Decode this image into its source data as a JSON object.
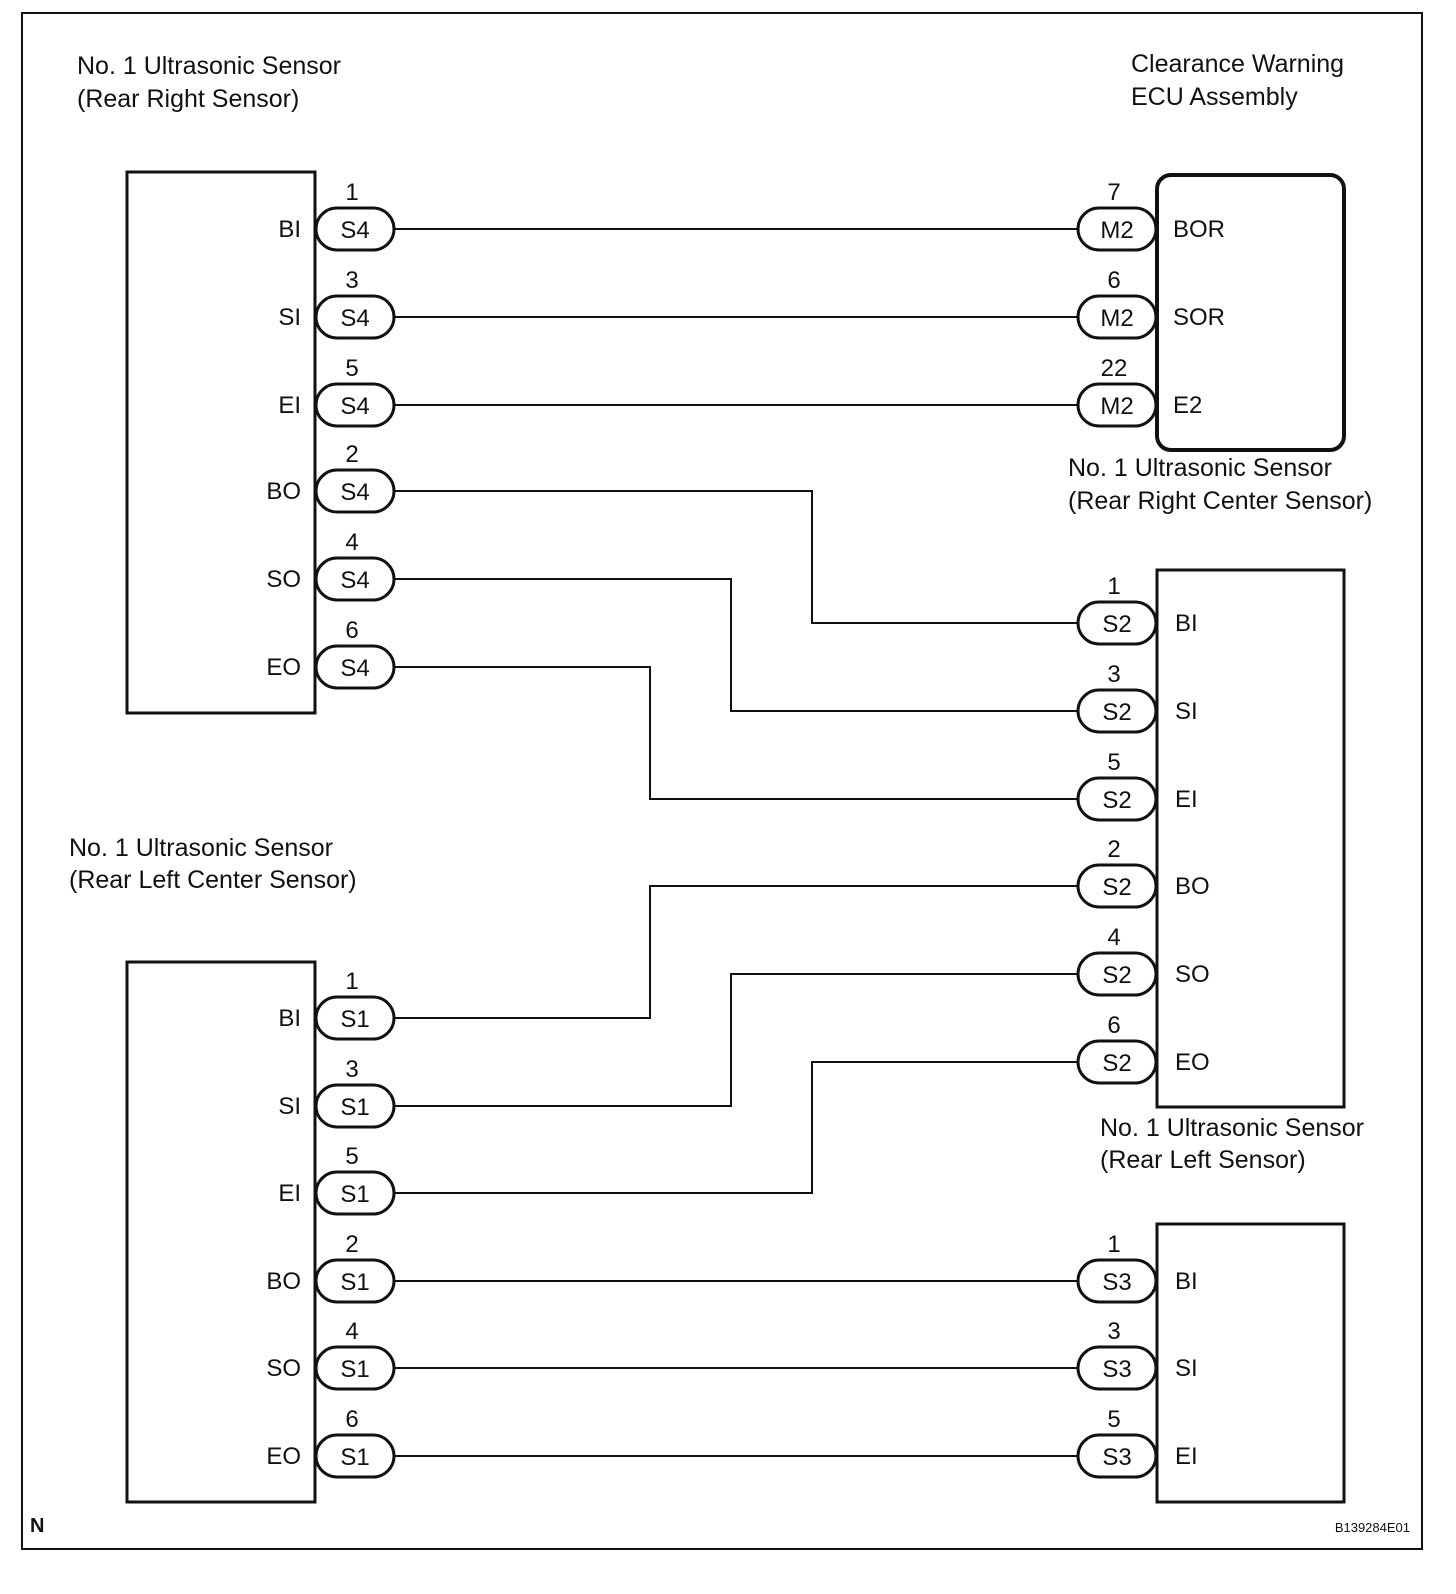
{
  "labels": {
    "corner_mark": "N",
    "figure_code": "B139284E01"
  },
  "components": {
    "rear_right": {
      "title_line1": "No. 1 Ultrasonic Sensor",
      "title_line2": "(Rear Right Sensor)",
      "pins": [
        {
          "name": "BI",
          "number": "1",
          "connector": "S4"
        },
        {
          "name": "SI",
          "number": "3",
          "connector": "S4"
        },
        {
          "name": "EI",
          "number": "5",
          "connector": "S4"
        },
        {
          "name": "BO",
          "number": "2",
          "connector": "S4"
        },
        {
          "name": "SO",
          "number": "4",
          "connector": "S4"
        },
        {
          "name": "EO",
          "number": "6",
          "connector": "S4"
        }
      ]
    },
    "ecu": {
      "title_line1": "Clearance Warning",
      "title_line2": "ECU Assembly",
      "pins": [
        {
          "name": "BOR",
          "number": "7",
          "connector": "M2"
        },
        {
          "name": "SOR",
          "number": "6",
          "connector": "M2"
        },
        {
          "name": "E2",
          "number": "22",
          "connector": "M2"
        }
      ]
    },
    "rear_right_center": {
      "title_line1": "No. 1 Ultrasonic Sensor",
      "title_line2": "(Rear Right Center Sensor)",
      "pins": [
        {
          "name": "BI",
          "number": "1",
          "connector": "S2"
        },
        {
          "name": "SI",
          "number": "3",
          "connector": "S2"
        },
        {
          "name": "EI",
          "number": "5",
          "connector": "S2"
        },
        {
          "name": "BO",
          "number": "2",
          "connector": "S2"
        },
        {
          "name": "SO",
          "number": "4",
          "connector": "S2"
        },
        {
          "name": "EO",
          "number": "6",
          "connector": "S2"
        }
      ]
    },
    "rear_left_center": {
      "title_line1": "No. 1 Ultrasonic Sensor",
      "title_line2": "(Rear Left Center Sensor)",
      "pins": [
        {
          "name": "BI",
          "number": "1",
          "connector": "S1"
        },
        {
          "name": "SI",
          "number": "3",
          "connector": "S1"
        },
        {
          "name": "EI",
          "number": "5",
          "connector": "S1"
        },
        {
          "name": "BO",
          "number": "2",
          "connector": "S1"
        },
        {
          "name": "SO",
          "number": "4",
          "connector": "S1"
        },
        {
          "name": "EO",
          "number": "6",
          "connector": "S1"
        }
      ]
    },
    "rear_left": {
      "title_line1": "No. 1 Ultrasonic Sensor",
      "title_line2": "(Rear Left Sensor)",
      "pins": [
        {
          "name": "BI",
          "number": "1",
          "connector": "S3"
        },
        {
          "name": "SI",
          "number": "3",
          "connector": "S3"
        },
        {
          "name": "EI",
          "number": "5",
          "connector": "S3"
        }
      ]
    }
  },
  "connections": [
    {
      "from": "S4-1 BI",
      "to": "M2-7 BOR"
    },
    {
      "from": "S4-3 SI",
      "to": "M2-6 SOR"
    },
    {
      "from": "S4-5 EI",
      "to": "M2-22 E2"
    },
    {
      "from": "S4-2 BO",
      "to": "S2-1 BI"
    },
    {
      "from": "S4-4 SO",
      "to": "S2-3 SI"
    },
    {
      "from": "S4-6 EO",
      "to": "S2-5 EI"
    },
    {
      "from": "S1-1 BI",
      "to": "S2-2 BO"
    },
    {
      "from": "S1-3 SI",
      "to": "S2-4 SO"
    },
    {
      "from": "S1-5 EI",
      "to": "S2-6 EO"
    },
    {
      "from": "S1-2 BO",
      "to": "S3-1 BI"
    },
    {
      "from": "S1-4 SO",
      "to": "S3-3 SI"
    },
    {
      "from": "S1-6 EO",
      "to": "S3-5 EI"
    }
  ]
}
